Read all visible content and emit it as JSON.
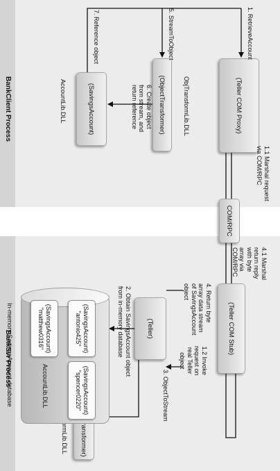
{
  "processes": {
    "client": "BankClient Process",
    "server": "BankSvr Process"
  },
  "boxes": {
    "teller_com_proxy": "(Teller COM Proxy)",
    "com_rpc": "COM/RPC",
    "teller_com_stub": "(Teller COM Stub)",
    "object_transformer_client": "(ObjectTransformer)",
    "savings_account_client": "(SavingsAccount)",
    "teller": "(Teller)",
    "object_transformer_server": "(ObjectTransformer)"
  },
  "dll_labels": {
    "client_transform": "ObjTransformLib.DLL",
    "client_account": "AccountLib.DLL",
    "server_transform": "ObjTransformLib.DLL",
    "server_account": "AccountLib.DLL"
  },
  "database": {
    "accounts": [
      {
        "type": "(SavingsAccount)",
        "id": "\"antonio425\""
      },
      {
        "type": "(SavingsAccount)",
        "id": "\"spencer0220\""
      },
      {
        "type": "(SavingsAccount)",
        "id": "\"matthew0316\""
      }
    ],
    "caption": "In-memory SavingsAccount database"
  },
  "steps": {
    "s1": "1. RetrieveAccount",
    "s1_1": [
      "1.1 Marshal request",
      "via COM/RPC"
    ],
    "s1_2": [
      "1.2 Invoke",
      "request on",
      "real Teller",
      "object"
    ],
    "s2": [
      "2. Obtain SavingsAccount object",
      "from in-memory database"
    ],
    "s3": "3. ObjectToStream",
    "s4": [
      "4. Return byte",
      "array data stream",
      "of SavingsAccount",
      "object"
    ],
    "s4_1": [
      "4.1 Marshal",
      "return reply",
      "with byte",
      "array via",
      "COM/RPC"
    ],
    "s5": "5. StreamToObject",
    "s6": [
      "6. Create object",
      "from stream, and",
      "return reference"
    ],
    "s7": "7. Reference object"
  }
}
